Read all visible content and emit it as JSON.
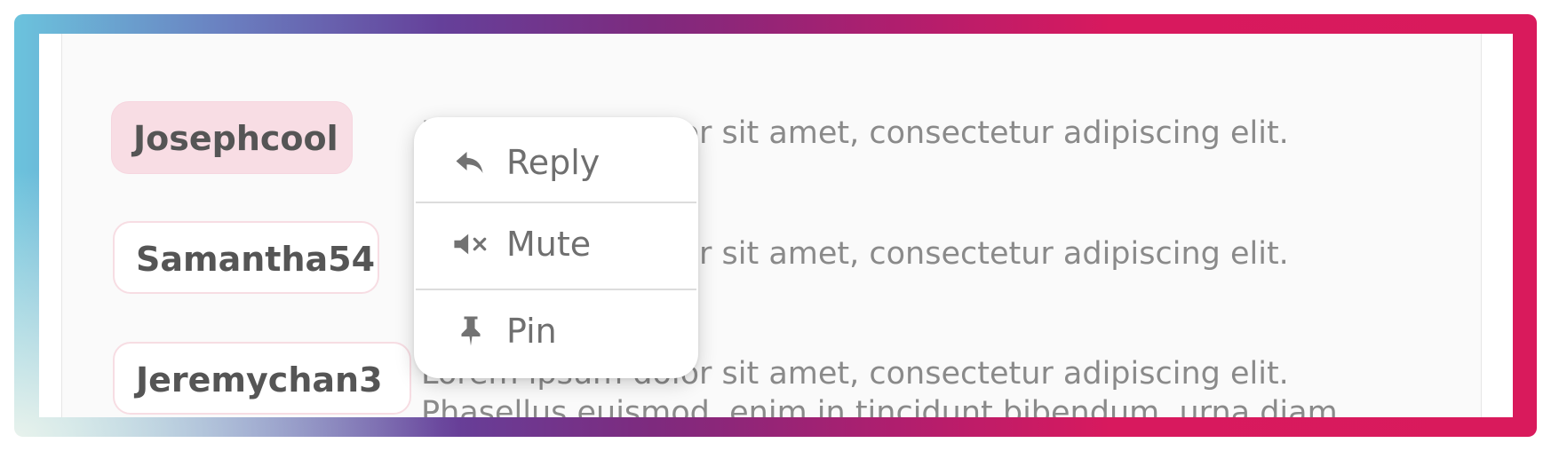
{
  "theme": {
    "chip_active_bg": "#f8dde4",
    "chip_border": "#f7dde3",
    "text_primary": "#555555",
    "text_muted": "#8a8a8a",
    "frame_gradient": [
      "#6bc3dd",
      "#65409a",
      "#b01e6e",
      "#d91a5c"
    ]
  },
  "messages": [
    {
      "username": "Josephcool",
      "selected": true,
      "text_lines": [
        "Lorem ipsum dolor sit amet, consectetur adipiscing elit."
      ]
    },
    {
      "username": "Samantha54",
      "selected": false,
      "text_lines": [
        "Lorem ipsum dolor sit amet, consectetur adipiscing elit."
      ]
    },
    {
      "username": "Jeremychan3",
      "selected": false,
      "text_lines": [
        "Lorem ipsum dolor sit amet, consectetur adipiscing elit.",
        "Phasellus euismod, enim in tincidunt bibendum, urna diam"
      ]
    }
  ],
  "context_menu": {
    "items": [
      {
        "label": "Reply",
        "icon": "reply-icon"
      },
      {
        "label": "Mute",
        "icon": "mute-icon"
      },
      {
        "label": "Pin",
        "icon": "pin-icon"
      }
    ]
  }
}
